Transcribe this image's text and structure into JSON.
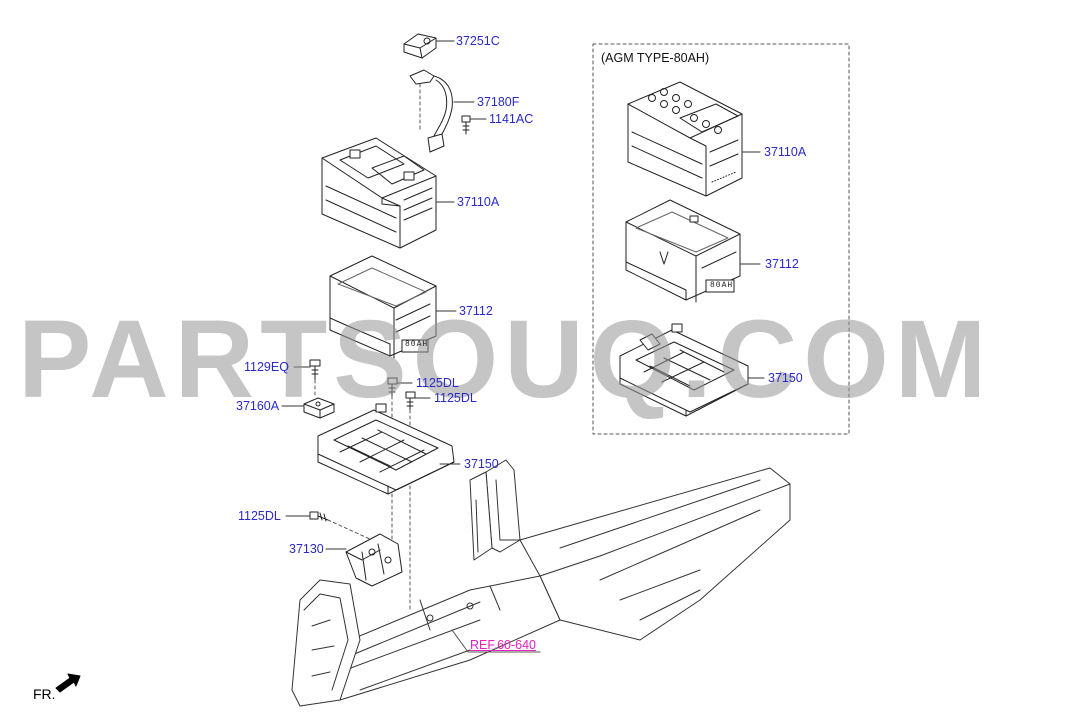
{
  "watermark": "PARTSOUQ.COM",
  "box_title": "(AGM TYPE-80AH)",
  "direction_label": "FR.",
  "reference_link": "REF.60-640",
  "battery_badge": "80AH",
  "labels": {
    "p37251C": "37251C",
    "p37180F": "37180F",
    "p1141AC": "1141AC",
    "p37110A_main": "37110A",
    "p37112_main": "37112",
    "p1129EQ": "1129EQ",
    "p1125DL_a": "1125DL",
    "p1125DL_b": "1125DL",
    "p37160A": "37160A",
    "p37150_main": "37150",
    "p1125DL_c": "1125DL",
    "p37130": "37130",
    "p37110A_agm": "37110A",
    "p37112_agm": "37112",
    "p37150_agm": "37150"
  },
  "colors": {
    "label_blue": "#2a2ac8",
    "reference_magenta": "#e61fbf",
    "line_art": "#222222",
    "watermark_gray": "#969696"
  }
}
